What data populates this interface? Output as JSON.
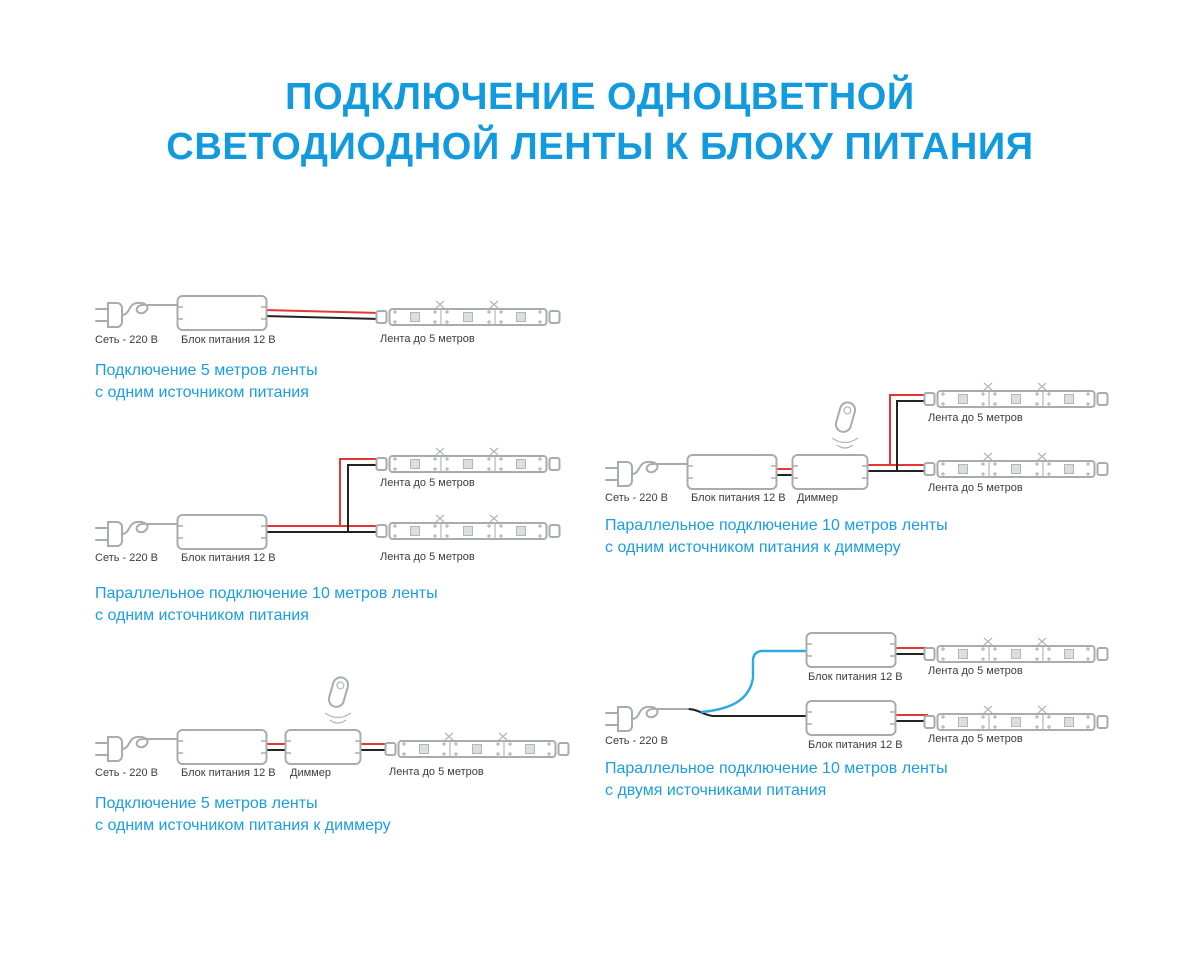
{
  "title": {
    "line1": "ПОДКЛЮЧЕНИЕ ОДНОЦВЕТНОЙ",
    "line2": "СВЕТОДИОДНОЙ ЛЕНТЫ К БЛОКУ ПИТАНИЯ"
  },
  "colors": {
    "accent_blue": "#1c9de1",
    "wire_red": "#e13736",
    "wire_black": "#232321",
    "wire_blue": "#2ea9e2",
    "outline_gray": "#a8acae"
  },
  "components": {
    "mains": "Сеть - 220 В",
    "psu": "Блок питания 12 В",
    "dimmer": "Диммер",
    "strip": "Лента до 5 метров"
  },
  "diagrams": {
    "d1": {
      "caption1": "Подключение 5 метров ленты",
      "caption2": "с одним источником питания"
    },
    "d2": {
      "caption1": "Параллельное подключение 10 метров ленты",
      "caption2": "с одним источником питания"
    },
    "d3": {
      "caption1": "Подключение 5 метров ленты",
      "caption2": "с одним источником питания к диммеру"
    },
    "d4": {
      "caption1": "Параллельное подключение 10 метров ленты",
      "caption2": "с одним источником питания к диммеру"
    },
    "d5": {
      "caption1": "Параллельное подключение 10 метров ленты",
      "caption2": "с двумя источниками питания"
    }
  }
}
